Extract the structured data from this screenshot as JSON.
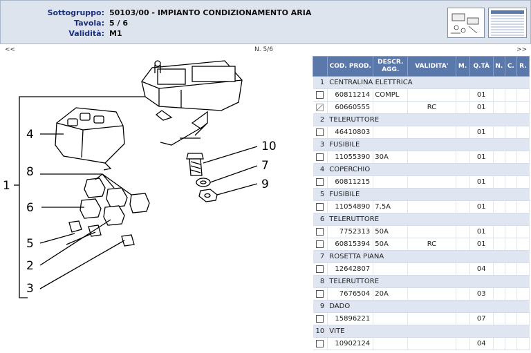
{
  "header": {
    "sottogruppo_label": "Sottogruppo:",
    "sottogruppo_value": "50103/00 - IMPIANTO CONDIZIONAMENTO ARIA",
    "tavola_label": "Tavola:",
    "tavola_value": "5 / 6",
    "validita_label": "Validità:",
    "validita_value": "M1"
  },
  "nav": {
    "prev": "<<",
    "page": "N. 5/6",
    "next": ">>"
  },
  "drawing": {
    "labels": [
      "1",
      "2",
      "3",
      "4",
      "5",
      "6",
      "7",
      "8",
      "9",
      "10"
    ]
  },
  "table": {
    "headers": [
      "COD. PROD.",
      "DESCR. AGG.",
      "VALIDITA'",
      "M.",
      "Q.TÀ",
      "N.",
      "C.",
      "R."
    ],
    "rows": [
      {
        "type": "group",
        "num": "1",
        "name": "CENTRALINA ELETTRICA"
      },
      {
        "type": "item",
        "checkbox": "unchecked",
        "code": "60811214",
        "descr": "COMPL",
        "validita": "",
        "qty": "01"
      },
      {
        "type": "item",
        "checkbox": "disabled",
        "code": "60660555",
        "descr": "",
        "validita": "RC",
        "qty": "01"
      },
      {
        "type": "group",
        "num": "2",
        "name": "TELERUTTORE"
      },
      {
        "type": "item",
        "checkbox": "unchecked",
        "code": "46410803",
        "descr": "",
        "validita": "",
        "qty": "01"
      },
      {
        "type": "group",
        "num": "3",
        "name": "FUSIBILE"
      },
      {
        "type": "item",
        "checkbox": "unchecked",
        "code": "11055390",
        "descr": "30A",
        "validita": "",
        "qty": "01"
      },
      {
        "type": "group",
        "num": "4",
        "name": "COPERCHIO"
      },
      {
        "type": "item",
        "checkbox": "unchecked",
        "code": "60811215",
        "descr": "",
        "validita": "",
        "qty": "01"
      },
      {
        "type": "group",
        "num": "5",
        "name": "FUSIBILE"
      },
      {
        "type": "item",
        "checkbox": "unchecked",
        "code": "11054890",
        "descr": "7,5A",
        "validita": "",
        "qty": "01"
      },
      {
        "type": "group",
        "num": "6",
        "name": "TELERUTTORE"
      },
      {
        "type": "item",
        "checkbox": "unchecked",
        "code": "7752313",
        "descr": "50A",
        "validita": "",
        "qty": "01"
      },
      {
        "type": "item",
        "checkbox": "unchecked",
        "code": "60815394",
        "descr": "50A",
        "validita": "RC",
        "qty": "01"
      },
      {
        "type": "group",
        "num": "7",
        "name": "ROSETTA PIANA"
      },
      {
        "type": "item",
        "checkbox": "unchecked",
        "code": "12642807",
        "descr": "",
        "validita": "",
        "qty": "04"
      },
      {
        "type": "group",
        "num": "8",
        "name": "TELERUTTORE"
      },
      {
        "type": "item",
        "checkbox": "unchecked",
        "code": "7676504",
        "descr": "20A",
        "validita": "",
        "qty": "03"
      },
      {
        "type": "group",
        "num": "9",
        "name": "DADO"
      },
      {
        "type": "item",
        "checkbox": "unchecked",
        "code": "15896221",
        "descr": "",
        "validita": "",
        "qty": "07"
      },
      {
        "type": "group",
        "num": "10",
        "name": "VITE"
      },
      {
        "type": "item",
        "checkbox": "unchecked",
        "code": "10902124",
        "descr": "",
        "validita": "",
        "qty": "04"
      }
    ]
  }
}
